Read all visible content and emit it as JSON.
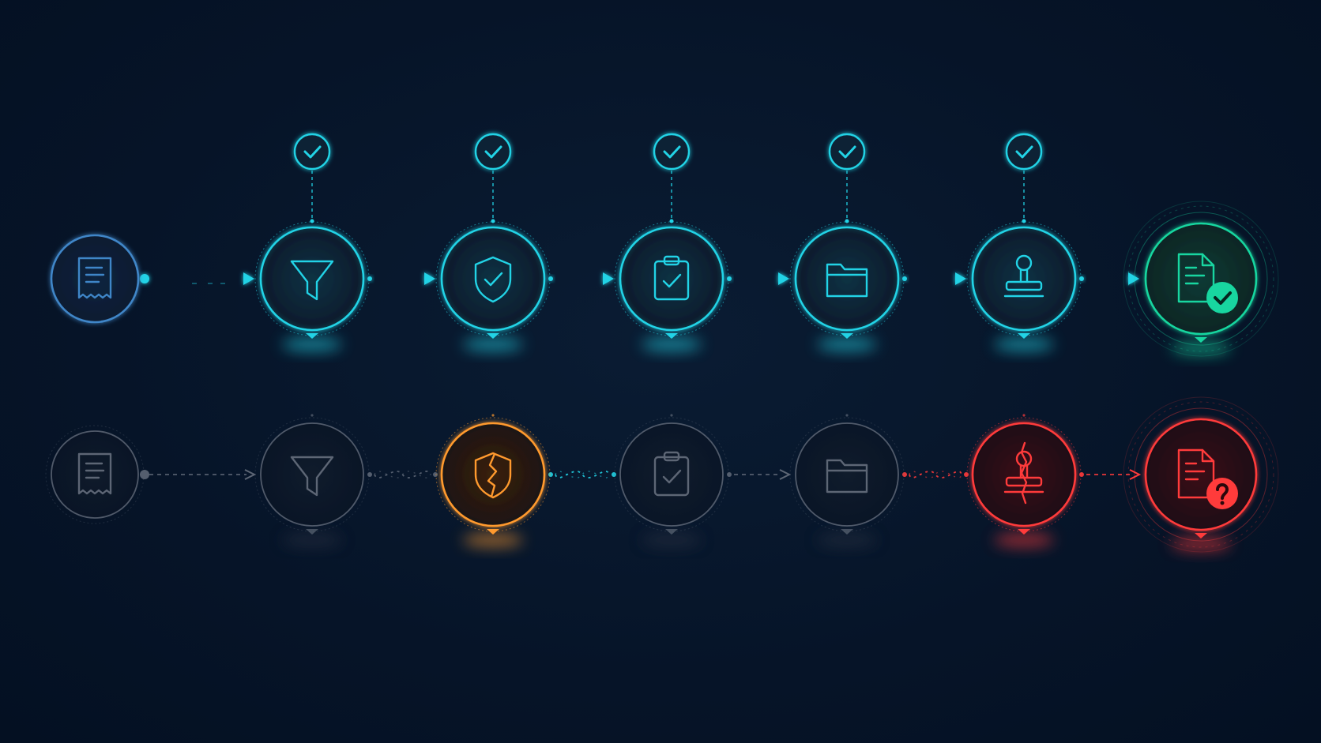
{
  "diagram": {
    "background": "#061428",
    "colors": {
      "success": "#22d3e6",
      "final_success": "#18d6a0",
      "inactive": "#5d6675",
      "warning": "#ff9a2e",
      "error": "#ff3b3b"
    },
    "rows": [
      {
        "name": "success-row",
        "stages": [
          {
            "icon": "receipt-icon",
            "status": "source",
            "check": false
          },
          {
            "icon": "filter-icon",
            "status": "passed",
            "check": true
          },
          {
            "icon": "shield-check-icon",
            "status": "passed",
            "check": true
          },
          {
            "icon": "clipboard-check-icon",
            "status": "passed",
            "check": true
          },
          {
            "icon": "folder-icon",
            "status": "passed",
            "check": true
          },
          {
            "icon": "stamp-icon",
            "status": "passed",
            "check": true
          },
          {
            "icon": "document-check-icon",
            "status": "complete",
            "check": false
          }
        ]
      },
      {
        "name": "failure-row",
        "stages": [
          {
            "icon": "receipt-icon",
            "status": "inactive"
          },
          {
            "icon": "filter-icon",
            "status": "inactive"
          },
          {
            "icon": "broken-shield-icon",
            "status": "warning"
          },
          {
            "icon": "clipboard-check-icon",
            "status": "inactive"
          },
          {
            "icon": "folder-icon",
            "status": "inactive"
          },
          {
            "icon": "broken-stamp-icon",
            "status": "error"
          },
          {
            "icon": "document-question-icon",
            "status": "error"
          }
        ]
      }
    ]
  }
}
